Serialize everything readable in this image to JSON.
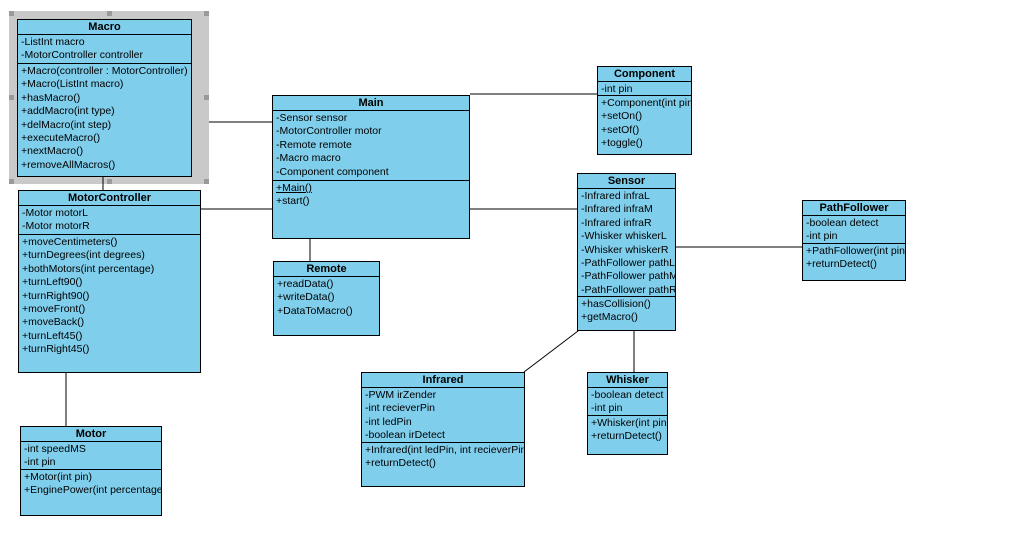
{
  "colors": {
    "class_fill": "#7fceec",
    "class_border": "#000000",
    "selection_frame": "#c9c9c9",
    "selection_handle": "#9a9a9a",
    "background": "#ffffff",
    "text": "#000000"
  },
  "classes": [
    {
      "name": "Macro",
      "selected": true,
      "attributes": [
        "-ListInt macro",
        "-MotorController controller"
      ],
      "methods": [
        "+Macro(controller : MotorController)",
        "+Macro(ListInt macro)",
        "+hasMacro()",
        "+addMacro(int type)",
        "+delMacro(int step)",
        "+executeMacro()",
        "+nextMacro()",
        "+removeAllMacros()"
      ]
    },
    {
      "name": "MotorController",
      "selected": false,
      "attributes": [
        "-Motor motorL",
        "-Motor motorR"
      ],
      "methods": [
        "+moveCentimeters()",
        "+turnDegrees(int degrees)",
        "+bothMotors(int percentage)",
        "+turnLeft90()",
        "+turnRight90()",
        "+moveFront()",
        "+moveBack()",
        "+turnLeft45()",
        "+turnRight45()"
      ]
    },
    {
      "name": "Motor",
      "selected": false,
      "attributes": [
        "-int speedMS",
        "-int pin"
      ],
      "methods": [
        "+Motor(int pin)",
        "+EnginePower(int percentage)"
      ]
    },
    {
      "name": "Main",
      "selected": false,
      "attributes": [
        "-Sensor sensor",
        "-MotorController motor",
        "-Remote remote",
        "-Macro macro",
        "-Component component"
      ],
      "methods": [
        {
          "text": "+Main()",
          "underline": true
        },
        "+start()"
      ]
    },
    {
      "name": "Remote",
      "selected": false,
      "attributes": [],
      "methods": [
        "+readData()",
        "+writeData()",
        "+DataToMacro()"
      ]
    },
    {
      "name": "Component",
      "selected": false,
      "attributes": [
        "-int pin"
      ],
      "methods": [
        "+Component(int pin)",
        "+setOn()",
        "+setOf()",
        "+toggle()"
      ]
    },
    {
      "name": "Sensor",
      "selected": false,
      "attributes": [
        "-Infrared infraL",
        "-Infrared infraM",
        "-Infrared infraR",
        "-Whisker whiskerL",
        "-Whisker whiskerR",
        "-PathFollower pathL",
        "-PathFollower pathM",
        "-PathFollower pathR"
      ],
      "methods": [
        "+hasCollision()",
        "+getMacro()"
      ]
    },
    {
      "name": "PathFollower",
      "selected": false,
      "attributes": [
        "-boolean detect",
        "-int pin"
      ],
      "methods": [
        "+PathFollower(int pin)",
        "+returnDetect()"
      ]
    },
    {
      "name": "Infrared",
      "selected": false,
      "attributes": [
        "-PWM irZender",
        "-int recieverPin",
        "-int ledPin",
        "-boolean irDetect"
      ],
      "methods": [
        "+Infrared(int ledPin, int recieverPin)",
        "+returnDetect()"
      ]
    },
    {
      "name": "Whisker",
      "selected": false,
      "attributes": [
        "-boolean detect",
        "-int pin"
      ],
      "methods": [
        "+Whisker(int pin)",
        "+returnDetect()"
      ]
    }
  ],
  "relations": [
    {
      "from": "Macro",
      "to": "Main"
    },
    {
      "from": "Macro",
      "to": "MotorController"
    },
    {
      "from": "MotorController",
      "to": "Main"
    },
    {
      "from": "MotorController",
      "to": "Motor"
    },
    {
      "from": "Main",
      "to": "Remote"
    },
    {
      "from": "Main",
      "to": "Component"
    },
    {
      "from": "Main",
      "to": "Sensor"
    },
    {
      "from": "Sensor",
      "to": "PathFollower"
    },
    {
      "from": "Sensor",
      "to": "Infrared"
    },
    {
      "from": "Sensor",
      "to": "Whisker"
    }
  ]
}
